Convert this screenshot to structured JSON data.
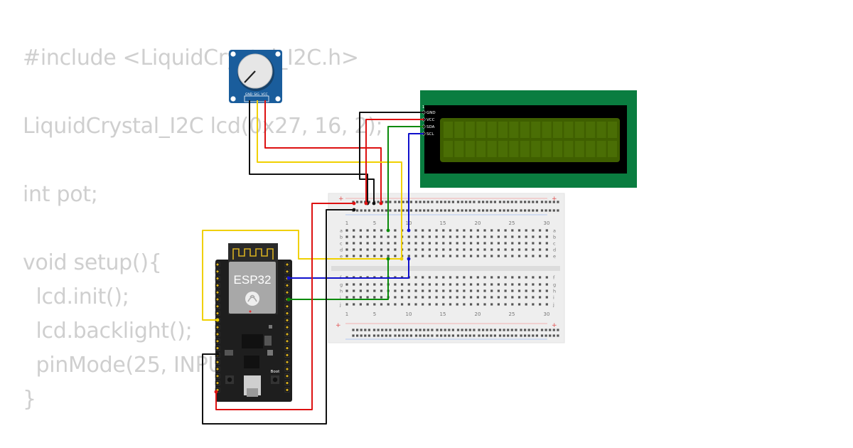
{
  "code": {
    "lines": [
      "#include <LiquidCrystal_I2C.h>",
      "",
      "LiquidCrystal_I2C lcd(0x27, 16, 2);",
      "",
      "int pot;",
      "",
      "void setup(){",
      "  lcd.init();",
      "  lcd.backlight();",
      "  pinMode(25, INPUT);",
      "}"
    ]
  },
  "lcd": {
    "pin_labels": [
      "GND",
      "VCC",
      "SDA",
      "SCL"
    ],
    "pin_index_label": "1",
    "board_color": "#0a7d40",
    "screen_color": "#3f5f00"
  },
  "esp32": {
    "module_label": "ESP32",
    "button_label": "Boot"
  },
  "potentiometer": {
    "pin_labels": [
      "GND",
      "SIG",
      "VCC"
    ],
    "board_color": "#1a5d9c"
  },
  "breadboard": {
    "column_numbers": [
      "1",
      "5",
      "10",
      "15",
      "20",
      "25",
      "30"
    ],
    "row_letters_top": [
      "a",
      "b",
      "c",
      "d",
      "e"
    ],
    "row_letters_bottom": [
      "f",
      "g",
      "h",
      "i",
      "j"
    ],
    "rail_symbol": "+"
  },
  "wires": {
    "colors": {
      "gnd": "#111111",
      "vcc": "#dd1111",
      "signal": "#f0d000",
      "sda": "#0a8a0a",
      "scl": "#1010cc"
    }
  }
}
